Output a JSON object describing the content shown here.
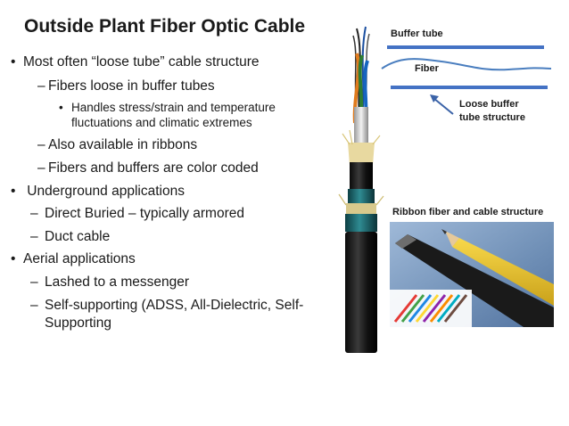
{
  "slide": {
    "title": "Outside Plant Fiber Optic Cable",
    "bullets": [
      {
        "mark": "•",
        "text": "Most often “loose tube” cable structure"
      },
      {
        "mark": "–",
        "text": "Fibers loose in buffer tubes"
      },
      {
        "mark": "•",
        "text": "Handles stress/strain and temperature"
      },
      {
        "mark": "",
        "text": "fluctuations and climatic extremes"
      },
      {
        "mark": "–",
        "text": "Also available in ribbons"
      },
      {
        "mark": "–",
        "text": "Fibers and buffers are color coded"
      },
      {
        "mark": "•",
        "text": " Underground applications"
      },
      {
        "mark": "–",
        "text": "Direct Buried – typically armored"
      },
      {
        "mark": "–",
        "text": "Duct cable"
      },
      {
        "mark": "•",
        "text": "Aerial applications"
      },
      {
        "mark": "–",
        "text": "Lashed to a messenger"
      },
      {
        "mark": "–",
        "text": "Self-supporting (ADSS, All-Dielectric, Self-"
      },
      {
        "mark": "",
        "text": "Supporting"
      }
    ],
    "diagram": {
      "buffer_tube_label": "Buffer tube",
      "fiber_label": "Fiber",
      "loose_label_1": "Loose buffer",
      "loose_label_2": "tube structure",
      "tube_color": "#4472c4"
    },
    "ribbon_caption": "Ribbon fiber and cable structure"
  }
}
